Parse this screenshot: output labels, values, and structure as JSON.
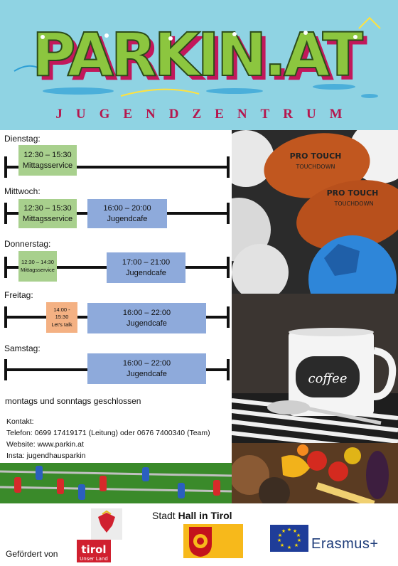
{
  "header": {
    "logo_text": "PARKIN.AT",
    "subtitle": "JUGENDZENTRUM"
  },
  "days": [
    {
      "name": "Dienstag:",
      "slots": [
        {
          "time": "12:30 – 15:30",
          "label": "Mittagsservice",
          "color": "#a8d08d"
        }
      ]
    },
    {
      "name": "Mittwoch:",
      "slots": [
        {
          "time": "12:30 – 15:30",
          "label": "Mittagsservice",
          "color": "#a8d08d"
        },
        {
          "time": "16:00 – 20:00",
          "label": "Jugendcafe",
          "color": "#8eaadb"
        }
      ]
    },
    {
      "name": "Donnerstag:",
      "slots": [
        {
          "time": "12:30 – 14:30",
          "label": "Mittagsservice",
          "color": "#a8d08d"
        },
        {
          "time": "17:00 – 21:00",
          "label": "Jugendcafe",
          "color": "#8eaadb"
        }
      ]
    },
    {
      "name": "Freitag:",
      "slots": [
        {
          "time": "14:00 - 15:30",
          "label": "Let's talk",
          "color": "#f4b183"
        },
        {
          "time": "16:00 – 22:00",
          "label": "Jugendcafe",
          "color": "#8eaadb"
        }
      ]
    },
    {
      "name": "Samstag:",
      "slots": [
        {
          "time": "16:00 – 22:00",
          "label": "Jugendcafe",
          "color": "#8eaadb"
        }
      ]
    }
  ],
  "closed_note": "montags und sonntags geschlossen",
  "contact": {
    "heading": "Kontakt:",
    "phone": "Telefon: 0699 17419171 (Leitung) oder 0676 7400340 (Team)",
    "website": "Website: www.parkin.at",
    "insta": "Insta: jugendhausparkin"
  },
  "photos": {
    "coffee_mug_text": "coffee",
    "ball_brand": "PRO TOUCH",
    "ball_model": "TOUCHDOWN"
  },
  "footer": {
    "funded_by": "Gefördert von",
    "tirol_logo": "tirol",
    "tirol_tagline": "Unser Land",
    "city_prefix": "Stadt ",
    "city_name": "Hall in Tirol",
    "erasmus": "Erasmus+"
  },
  "colors": {
    "header_bg": "#8fd3e3",
    "logo_green": "#8cc63f",
    "logo_magenta": "#c2185b",
    "subtitle": "#b5174e",
    "green_slot": "#a8d08d",
    "blue_slot": "#8eaadb",
    "orange_slot": "#f4b183",
    "eu_blue": "#1f3d7a"
  }
}
